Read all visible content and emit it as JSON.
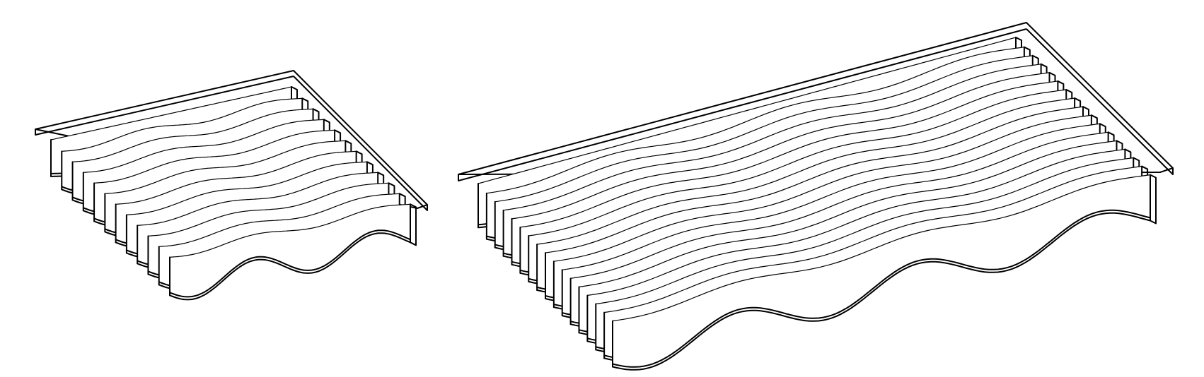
{
  "figure": {
    "stroke_color": "#000000",
    "fill_color": "#ffffff",
    "background_color": "#ffffff"
  },
  "panels": [
    {
      "baffle_count": 12,
      "wave_cycles": 2
    },
    {
      "baffle_count": 17,
      "wave_cycles": 3
    }
  ]
}
